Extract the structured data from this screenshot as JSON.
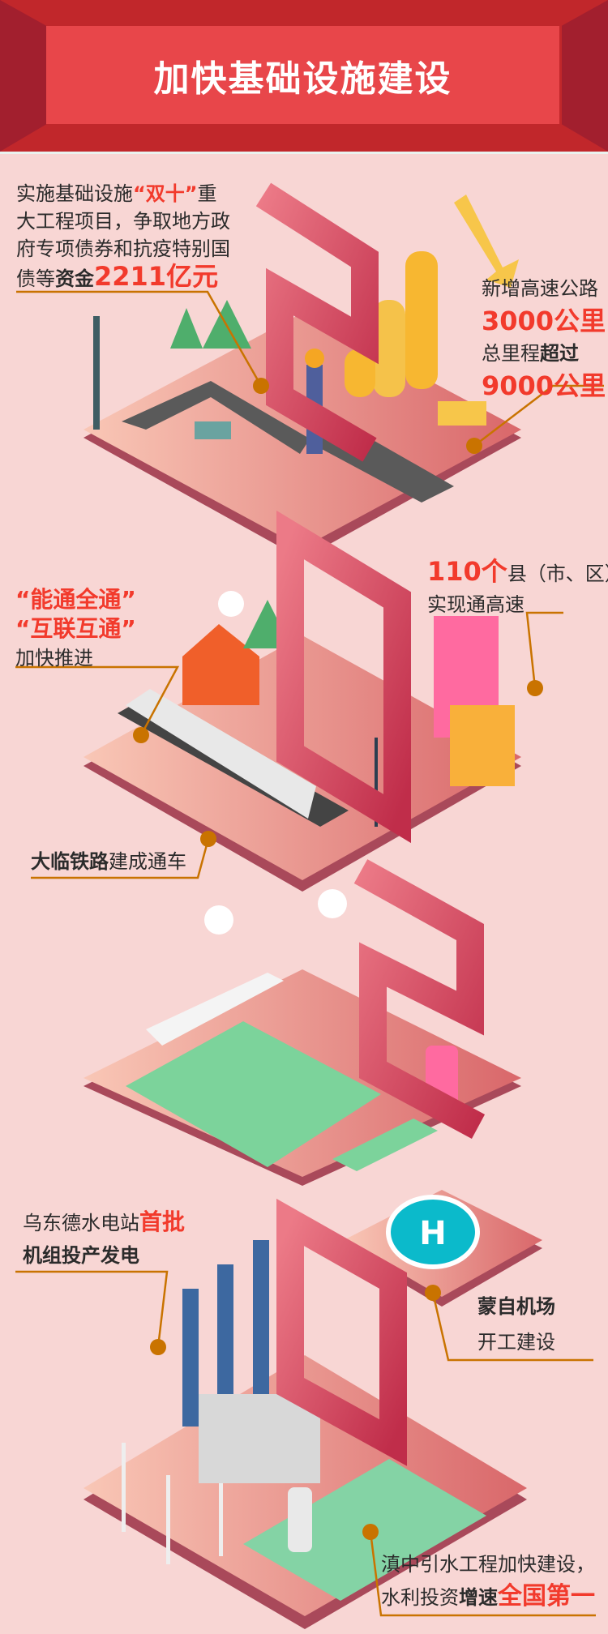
{
  "header": {
    "title": "加快基础设施建设"
  },
  "digits": [
    "2",
    "0",
    "2",
    "0"
  ],
  "colors": {
    "accent_red": "#f23a2c",
    "leader_line": "#c97300",
    "background": "#f8d6d4",
    "header_red": "#e8464a"
  },
  "sections": {
    "funding": {
      "l1a": "实施基础设施",
      "l1b": "“双十”",
      "l1c": "重",
      "l2": "大工程项目，争取地方政",
      "l3": "府专项债券和抗疫特别国",
      "l4a": "债等",
      "l4b": "资金",
      "l4c": "2211亿元"
    },
    "highway": {
      "l1": "新增高速公路",
      "l2": "3000公里",
      "l3a": "总里程",
      "l3b": "超过",
      "l4": "9000公里"
    },
    "counties": {
      "l1a": "110个",
      "l1b": "县（市、区）",
      "l2": "实现通高速"
    },
    "connect": {
      "l1": "“能通全通”",
      "l2": "“互联互通”",
      "l3": "加快推进"
    },
    "railway": {
      "a": "大临铁路",
      "b": "建成通车"
    },
    "hydro": {
      "l1a": "乌东德水电站",
      "l1b": "首批",
      "l2": "机组投产发电"
    },
    "airport": {
      "l1": "蒙自机场",
      "l2": "开工建设"
    },
    "water": {
      "l1": "滇中引水工程加快建设，",
      "l2a": "水利投资",
      "l2b": "增速",
      "l2c": "全国第一"
    }
  }
}
